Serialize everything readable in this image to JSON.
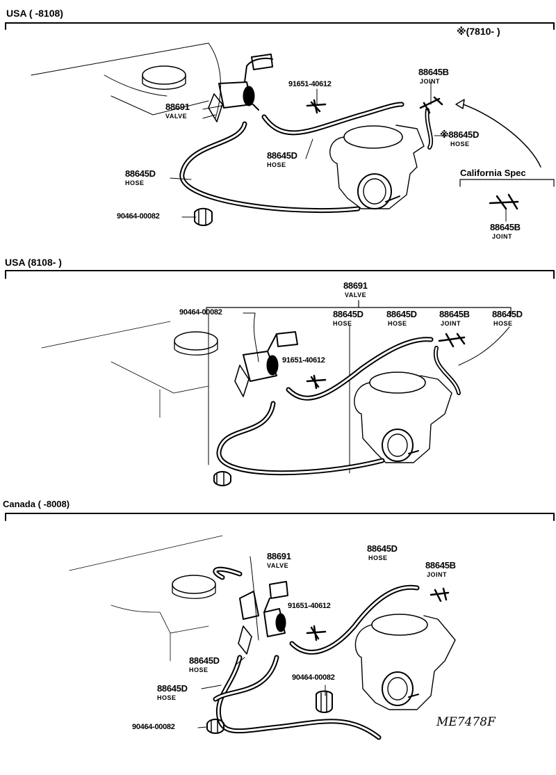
{
  "sections": [
    {
      "title": "USA (      -8108)",
      "date_note": "※(7810-      )",
      "california_label": "California Spec",
      "callouts": [
        {
          "part_no": "88691",
          "desc": "VALVE"
        },
        {
          "part_no": "91651-40612"
        },
        {
          "part_no": "88645B",
          "desc": "JOINT"
        },
        {
          "part_no": "※88645D",
          "desc": "HOSE"
        },
        {
          "part_no": "88645D",
          "desc": "HOSE"
        },
        {
          "part_no": "88645D",
          "desc": "HOSE"
        },
        {
          "part_no": "90464-00082"
        },
        {
          "part_no": "88645B",
          "desc": "JOINT"
        }
      ]
    },
    {
      "title": "USA (8108-      )",
      "callouts": [
        {
          "part_no": "88691",
          "desc": "VALVE"
        },
        {
          "part_no": "90464-00082"
        },
        {
          "part_no": "88645D",
          "desc": "HOSE"
        },
        {
          "part_no": "88645D",
          "desc": "HOSE"
        },
        {
          "part_no": "88645B",
          "desc": "JOINT"
        },
        {
          "part_no": "88645D",
          "desc": "HOSE"
        },
        {
          "part_no": "91651-40612"
        }
      ]
    },
    {
      "title": "Canada (      -8008)",
      "callouts": [
        {
          "part_no": "88691",
          "desc": "VALVE"
        },
        {
          "part_no": "88645D",
          "desc": "HOSE"
        },
        {
          "part_no": "88645B",
          "desc": "JOINT"
        },
        {
          "part_no": "91651-40612"
        },
        {
          "part_no": "88645D",
          "desc": "HOSE"
        },
        {
          "part_no": "90464-00082"
        },
        {
          "part_no": "88645D",
          "desc": "HOSE"
        },
        {
          "part_no": "90464-00082"
        }
      ]
    }
  ],
  "drawing_code": "ME7478F"
}
